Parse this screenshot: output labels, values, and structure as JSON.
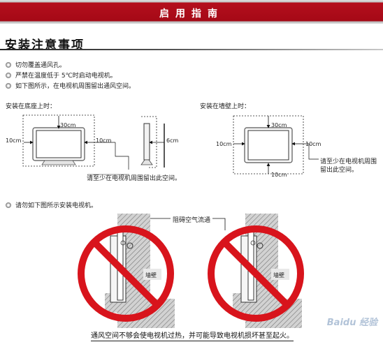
{
  "header": {
    "title": "启用指南"
  },
  "section": {
    "title": "安装注意事项"
  },
  "notes": [
    "切勿覆盖通风孔。",
    "严禁在温度低于 5℃时启动电视机。",
    "如下图所示，在电视机周围留出通风空间。"
  ],
  "base_install": {
    "label": "安装在底座上时：",
    "top": "30cm",
    "left": "10cm",
    "right": "10cm",
    "side": "6cm",
    "caption": "请至少在电视机周围留出此空间。"
  },
  "wall_install": {
    "label": "安装在墙壁上时：",
    "top": "30cm",
    "left": "10cm",
    "right": "10cm",
    "bottom": "10cm",
    "caption_line1": "请至少在电视机周围",
    "caption_line2": "留出此空间。"
  },
  "warning": {
    "note": "请勿如下图所示安装电视机。",
    "airflow_label": "阻碍空气流通",
    "wall_label_left": "墙壁",
    "wall_label_right": "墙壁",
    "caption": "通风空间不够会使电视机过热，并可能导致电视机损坏甚至起火。"
  },
  "watermark": {
    "text": "Baidu 经验"
  },
  "colors": {
    "header_red": "#a50916",
    "prohibit_red": "#d8141c"
  }
}
